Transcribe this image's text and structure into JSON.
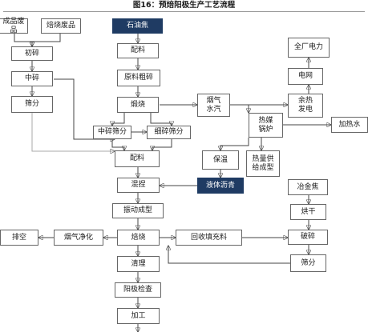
{
  "title": "图16：预焙阳极生产工艺流程",
  "colors": {
    "highlight_fill": "#1f3b63",
    "box_border": "#666666",
    "arrow": "#444444"
  },
  "nodes": {
    "product_scrap": "成品废品",
    "bake_scrap": "焙烧废品",
    "petroleum_coke": "石油焦",
    "primary_crush": "初碎",
    "batching_top": "配料",
    "medium_crush_left": "中碎",
    "raw_crush": "原料粗碎",
    "screen_left": "筛分",
    "calcining": "煅烧",
    "flue_steam": "烟气\n水汽",
    "waste_heat_power": "余热\n发电",
    "power_grid": "电网",
    "plant_power": "全厂电力",
    "medium_crush_screen": "中碎筛分",
    "fine_crush_screen": "细碎筛分",
    "heat_boiler": "热媒\n锅炉",
    "heat_water": "加热水",
    "insulation": "保温",
    "heat_forming": "热量供\n给成型",
    "batching": "配料",
    "liquid_pitch": "液体沥青",
    "kneading": "混捏",
    "metallurgical_coke": "冶金焦",
    "vibration_forming": "振动成型",
    "drying": "烘干",
    "exhaust": "排空",
    "flue_purify": "烟气净化",
    "baking": "焙烧",
    "recycled_filler": "回收填充料",
    "crushing": "破碎",
    "cleaning": "清理",
    "screen_right": "筛分",
    "anode_inspect": "阳极检查",
    "processing": "加工"
  }
}
